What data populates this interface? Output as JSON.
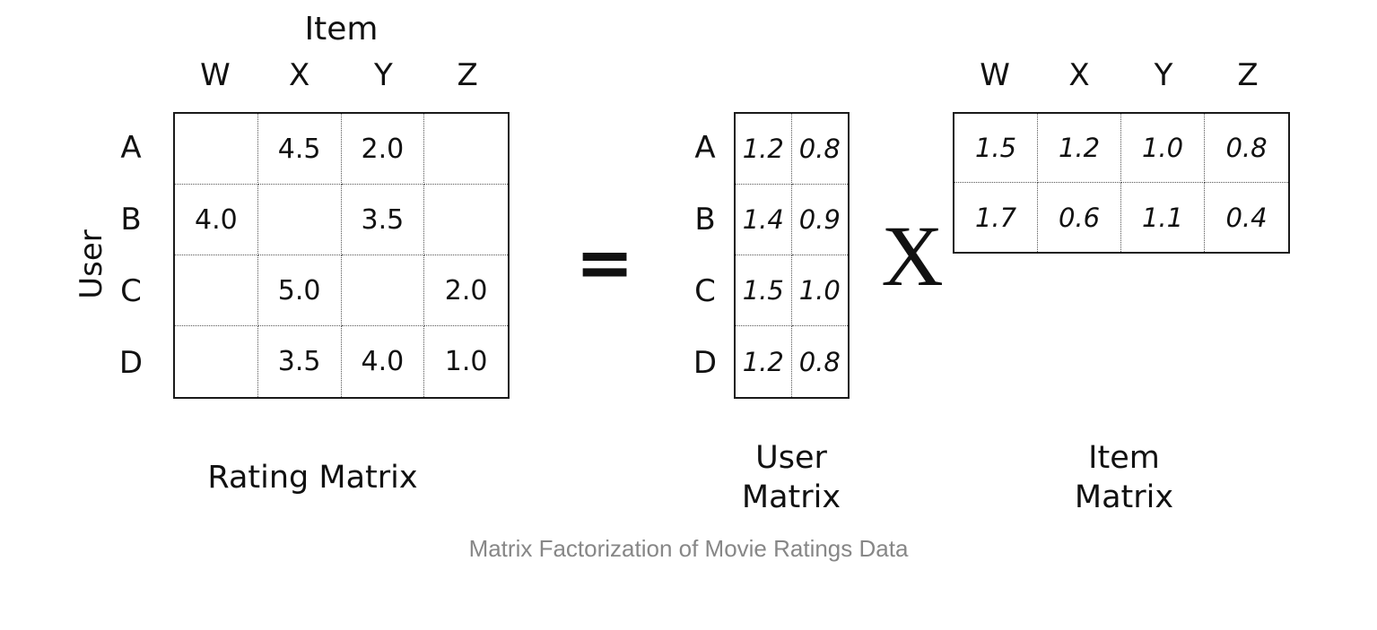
{
  "caption": "Matrix Factorization of Movie Ratings Data",
  "operators": {
    "equals": "=",
    "multiply": "X"
  },
  "rating_matrix": {
    "top_axis_label": "Item",
    "left_axis_label": "User",
    "col_headers": [
      "W",
      "X",
      "Y",
      "Z"
    ],
    "row_headers": [
      "A",
      "B",
      "C",
      "D"
    ],
    "rows": [
      [
        "",
        "4.5",
        "2.0",
        ""
      ],
      [
        "4.0",
        "",
        "3.5",
        ""
      ],
      [
        "",
        "5.0",
        "",
        "2.0"
      ],
      [
        "",
        "3.5",
        "4.0",
        "1.0"
      ]
    ],
    "label": "Rating Matrix"
  },
  "user_matrix": {
    "row_headers": [
      "A",
      "B",
      "C",
      "D"
    ],
    "rows": [
      [
        "1.2",
        "0.8"
      ],
      [
        "1.4",
        "0.9"
      ],
      [
        "1.5",
        "1.0"
      ],
      [
        "1.2",
        "0.8"
      ]
    ],
    "label_line1": "User",
    "label_line2": "Matrix"
  },
  "item_matrix": {
    "col_headers": [
      "W",
      "X",
      "Y",
      "Z"
    ],
    "rows": [
      [
        "1.5",
        "1.2",
        "1.0",
        "0.8"
      ],
      [
        "1.7",
        "0.6",
        "1.1",
        "0.4"
      ]
    ],
    "label_line1": "Item",
    "label_line2": "Matrix"
  },
  "colors": {
    "text": "#111111",
    "caption": "#878787",
    "grid_border": "#1a1a1a"
  }
}
